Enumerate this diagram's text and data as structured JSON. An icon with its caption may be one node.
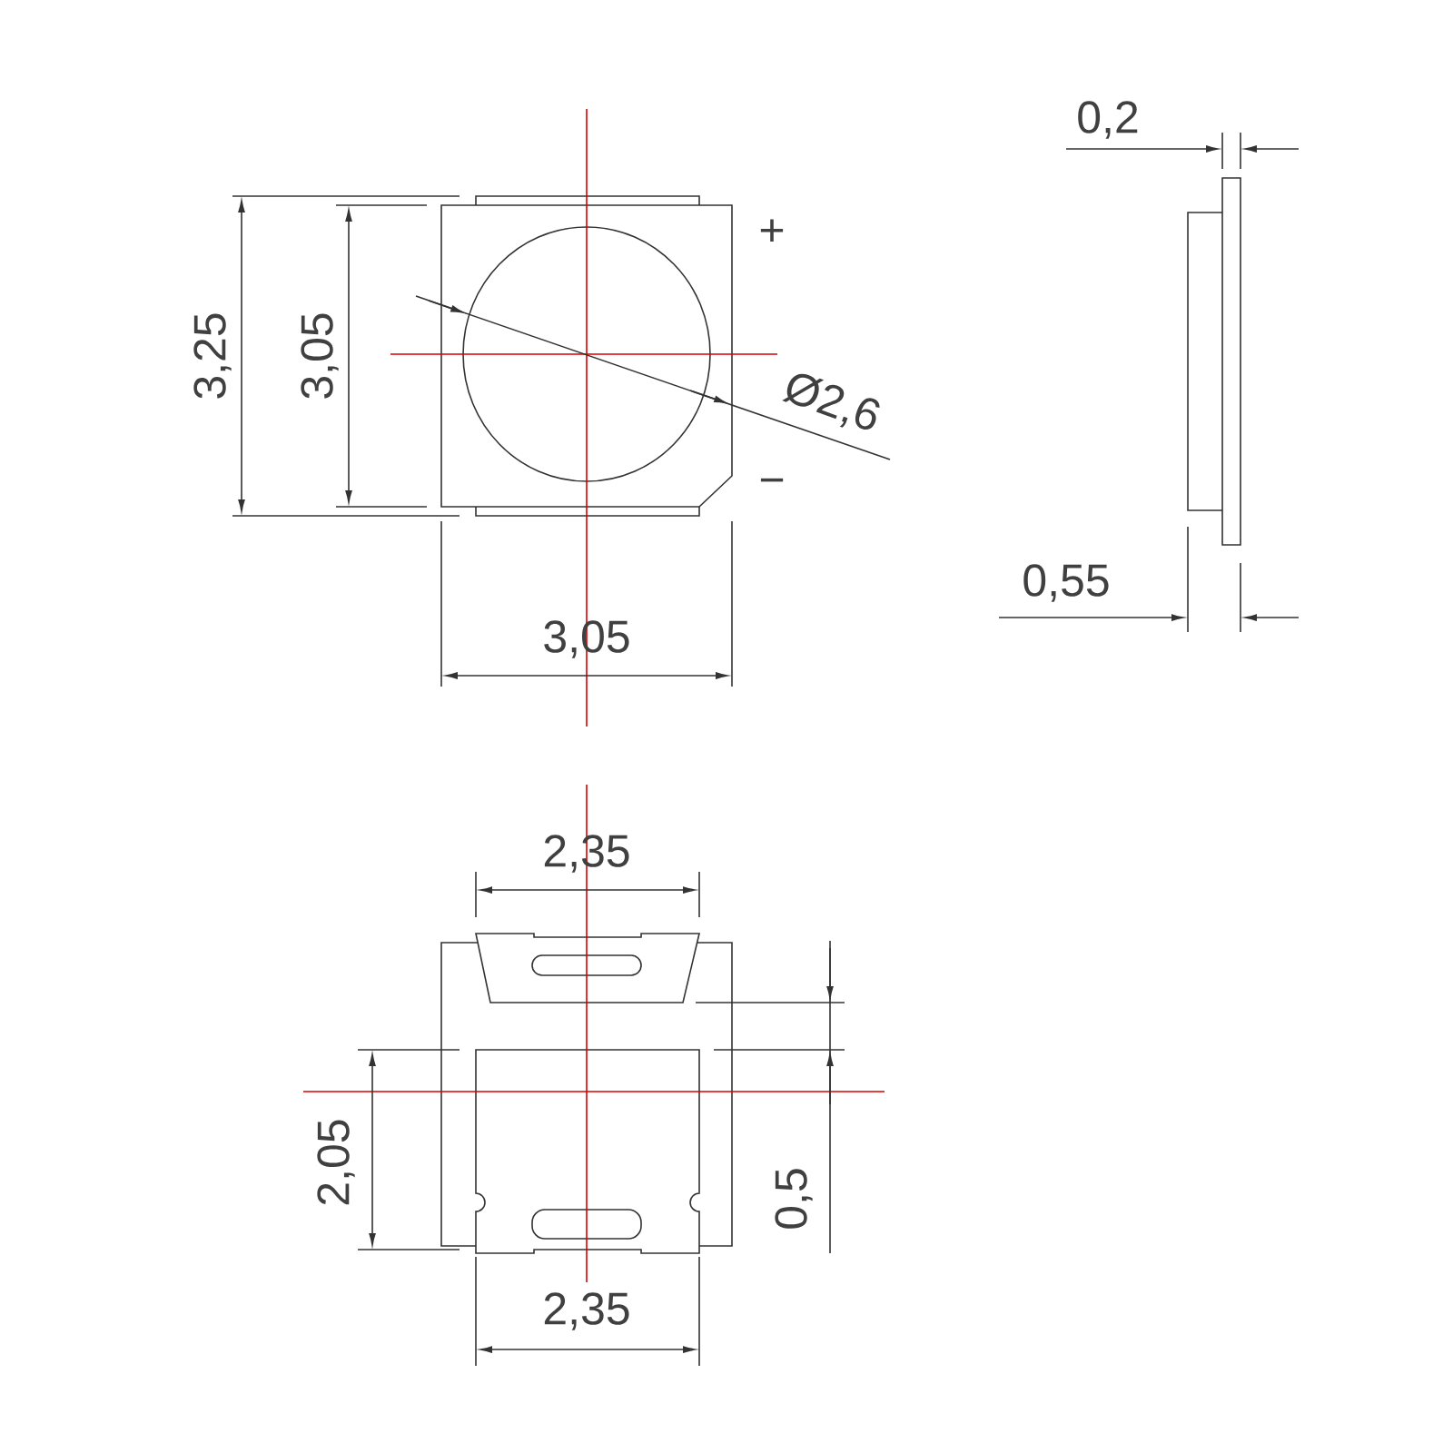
{
  "diagram": {
    "labels": [
      "0,2",
      "+",
      "3,25",
      "3,05",
      "Ø2,6",
      "−",
      "0,55",
      "3,05",
      "2,35",
      "2,05",
      "0,5",
      "2,35"
    ]
  }
}
